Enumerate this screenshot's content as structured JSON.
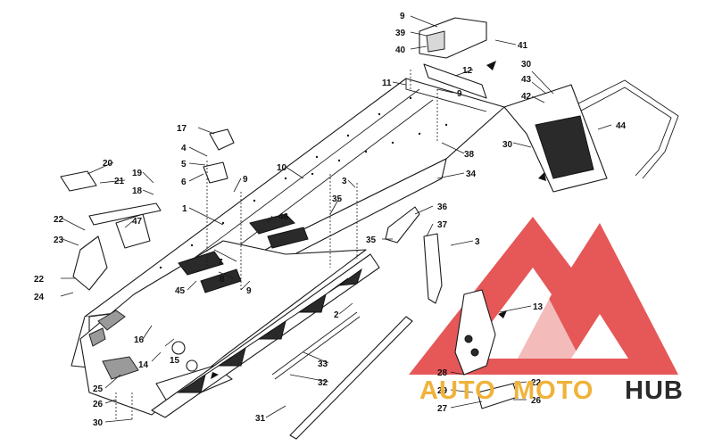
{
  "callouts": [
    {
      "id": "c1",
      "text": "1"
    },
    {
      "id": "c2",
      "text": "2"
    },
    {
      "id": "c3a",
      "text": "3"
    },
    {
      "id": "c3b",
      "text": "3"
    },
    {
      "id": "c4",
      "text": "4"
    },
    {
      "id": "c5",
      "text": "5"
    },
    {
      "id": "c6",
      "text": "6"
    },
    {
      "id": "c7",
      "text": "7"
    },
    {
      "id": "c8",
      "text": "8"
    },
    {
      "id": "c9a",
      "text": "9"
    },
    {
      "id": "c9b",
      "text": "9"
    },
    {
      "id": "c9c",
      "text": "9"
    },
    {
      "id": "c9d",
      "text": "9"
    },
    {
      "id": "c10",
      "text": "10"
    },
    {
      "id": "c11",
      "text": "11"
    },
    {
      "id": "c12",
      "text": "12"
    },
    {
      "id": "c13",
      "text": "13"
    },
    {
      "id": "c14",
      "text": "14"
    },
    {
      "id": "c15",
      "text": "15"
    },
    {
      "id": "c16",
      "text": "16"
    },
    {
      "id": "c17",
      "text": "17"
    },
    {
      "id": "c18",
      "text": "18"
    },
    {
      "id": "c19",
      "text": "19"
    },
    {
      "id": "c20",
      "text": "20"
    },
    {
      "id": "c21",
      "text": "21"
    },
    {
      "id": "c22a",
      "text": "22"
    },
    {
      "id": "c22b",
      "text": "22"
    },
    {
      "id": "c22c",
      "text": "22"
    },
    {
      "id": "c23",
      "text": "23"
    },
    {
      "id": "c24",
      "text": "24"
    },
    {
      "id": "c25",
      "text": "25"
    },
    {
      "id": "c26a",
      "text": "26"
    },
    {
      "id": "c26b",
      "text": "26"
    },
    {
      "id": "c27",
      "text": "27"
    },
    {
      "id": "c28",
      "text": "28"
    },
    {
      "id": "c29",
      "text": "29"
    },
    {
      "id": "c30a",
      "text": "30"
    },
    {
      "id": "c30b",
      "text": "30"
    },
    {
      "id": "c30c",
      "text": "30"
    },
    {
      "id": "c31",
      "text": "31"
    },
    {
      "id": "c32",
      "text": "32"
    },
    {
      "id": "c33",
      "text": "33"
    },
    {
      "id": "c34",
      "text": "34"
    },
    {
      "id": "c35a",
      "text": "35"
    },
    {
      "id": "c35b",
      "text": "35"
    },
    {
      "id": "c36",
      "text": "36"
    },
    {
      "id": "c37",
      "text": "37"
    },
    {
      "id": "c38",
      "text": "38"
    },
    {
      "id": "c39",
      "text": "39"
    },
    {
      "id": "c40",
      "text": "40"
    },
    {
      "id": "c41",
      "text": "41"
    },
    {
      "id": "c42",
      "text": "42"
    },
    {
      "id": "c43",
      "text": "43"
    },
    {
      "id": "c44",
      "text": "44"
    },
    {
      "id": "c45",
      "text": "45"
    },
    {
      "id": "c46",
      "text": "46"
    },
    {
      "id": "c47",
      "text": "47"
    }
  ],
  "watermark": {
    "part1": "AUTO",
    "part2": "MOTO",
    "part3": "HUB",
    "colors": {
      "auto": "#f0b23a",
      "moto": "#f0b23a",
      "hub": "#2b2b2b",
      "logo": "#e23a3a"
    }
  }
}
